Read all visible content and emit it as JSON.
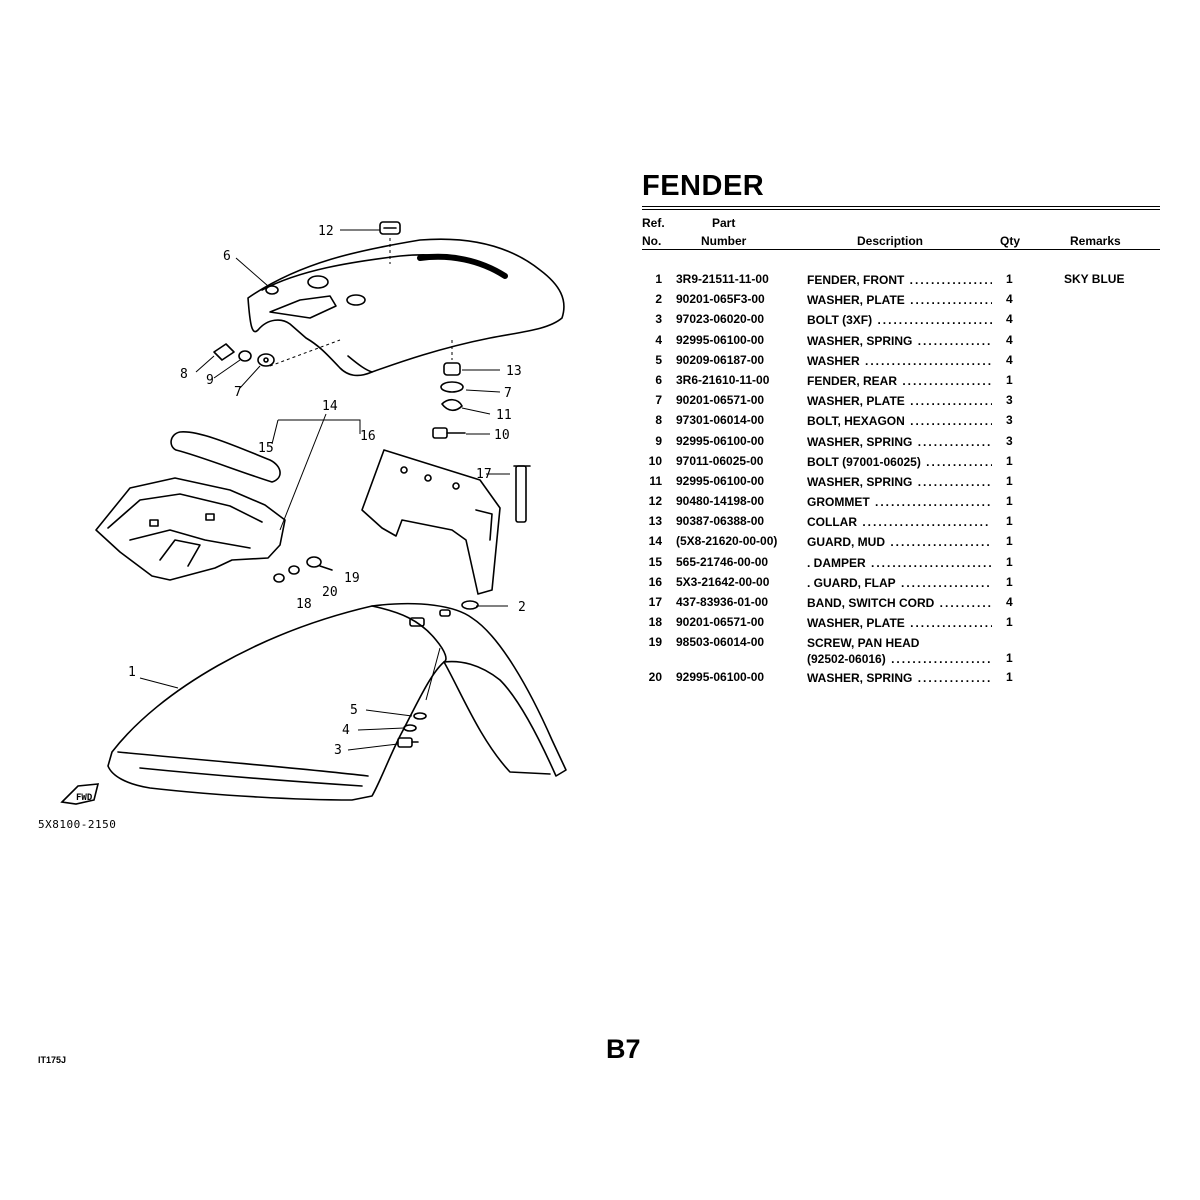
{
  "title": "FENDER",
  "header": {
    "ref_line1": "Ref.",
    "ref_line2": "No.",
    "part_line1": "Part",
    "part_line2": "Number",
    "description": "Description",
    "qty": "Qty",
    "remarks": "Remarks"
  },
  "rows": [
    {
      "no": "1",
      "part": "3R9-21511-11-00",
      "desc": "FENDER, FRONT",
      "qty": "1",
      "remarks": "SKY BLUE"
    },
    {
      "no": "2",
      "part": "90201-065F3-00",
      "desc": "WASHER, PLATE",
      "qty": "4",
      "remarks": ""
    },
    {
      "no": "3",
      "part": "97023-06020-00",
      "desc": "BOLT (3XF)",
      "qty": "4",
      "remarks": ""
    },
    {
      "no": "4",
      "part": "92995-06100-00",
      "desc": "WASHER, SPRING",
      "qty": "4",
      "remarks": ""
    },
    {
      "no": "5",
      "part": "90209-06187-00",
      "desc": "WASHER",
      "qty": "4",
      "remarks": ""
    },
    {
      "no": "6",
      "part": "3R6-21610-11-00",
      "desc": "FENDER, REAR",
      "qty": "1",
      "remarks": ""
    },
    {
      "no": "7",
      "part": "90201-06571-00",
      "desc": "WASHER, PLATE",
      "qty": "3",
      "remarks": ""
    },
    {
      "no": "8",
      "part": "97301-06014-00",
      "desc": "BOLT, HEXAGON",
      "qty": "3",
      "remarks": ""
    },
    {
      "no": "9",
      "part": "92995-06100-00",
      "desc": "WASHER, SPRING",
      "qty": "3",
      "remarks": ""
    },
    {
      "no": "10",
      "part": "97011-06025-00",
      "desc": "BOLT (97001-06025)",
      "qty": "1",
      "remarks": ""
    },
    {
      "no": "11",
      "part": "92995-06100-00",
      "desc": "WASHER, SPRING",
      "qty": "1",
      "remarks": ""
    },
    {
      "no": "12",
      "part": "90480-14198-00",
      "desc": "GROMMET",
      "qty": "1",
      "remarks": ""
    },
    {
      "no": "13",
      "part": "90387-06388-00",
      "desc": "COLLAR",
      "qty": "1",
      "remarks": ""
    },
    {
      "no": "14",
      "part": "(5X8-21620-00-00)",
      "desc": "GUARD, MUD",
      "qty": "1",
      "remarks": ""
    },
    {
      "no": "15",
      "part": "565-21746-00-00",
      "desc": ". DAMPER",
      "qty": "1",
      "remarks": ""
    },
    {
      "no": "16",
      "part": "5X3-21642-00-00",
      "desc": ". GUARD, FLAP",
      "qty": "1",
      "remarks": ""
    },
    {
      "no": "17",
      "part": "437-83936-01-00",
      "desc": "BAND, SWITCH CORD",
      "qty": "4",
      "remarks": ""
    },
    {
      "no": "18",
      "part": "90201-06571-00",
      "desc": "WASHER, PLATE",
      "qty": "1",
      "remarks": ""
    },
    {
      "no": "19",
      "part": "98503-06014-00",
      "desc": "SCREW, PAN HEAD",
      "desc2": "(92502-06016)",
      "qty": "1",
      "remarks": ""
    },
    {
      "no": "20",
      "part": "92995-06100-00",
      "desc": "WASHER, SPRING",
      "qty": "1",
      "remarks": ""
    }
  ],
  "diagram": {
    "callouts": [
      "1",
      "2",
      "3",
      "4",
      "5",
      "6",
      "7",
      "8",
      "9",
      "10",
      "11",
      "12",
      "13",
      "14",
      "15",
      "16",
      "17",
      "18",
      "19",
      "20",
      "7"
    ],
    "fwd_label": "FWD",
    "drawing_code": "5X8100-2150"
  },
  "page_label": "B7",
  "model_code": "IT175J"
}
